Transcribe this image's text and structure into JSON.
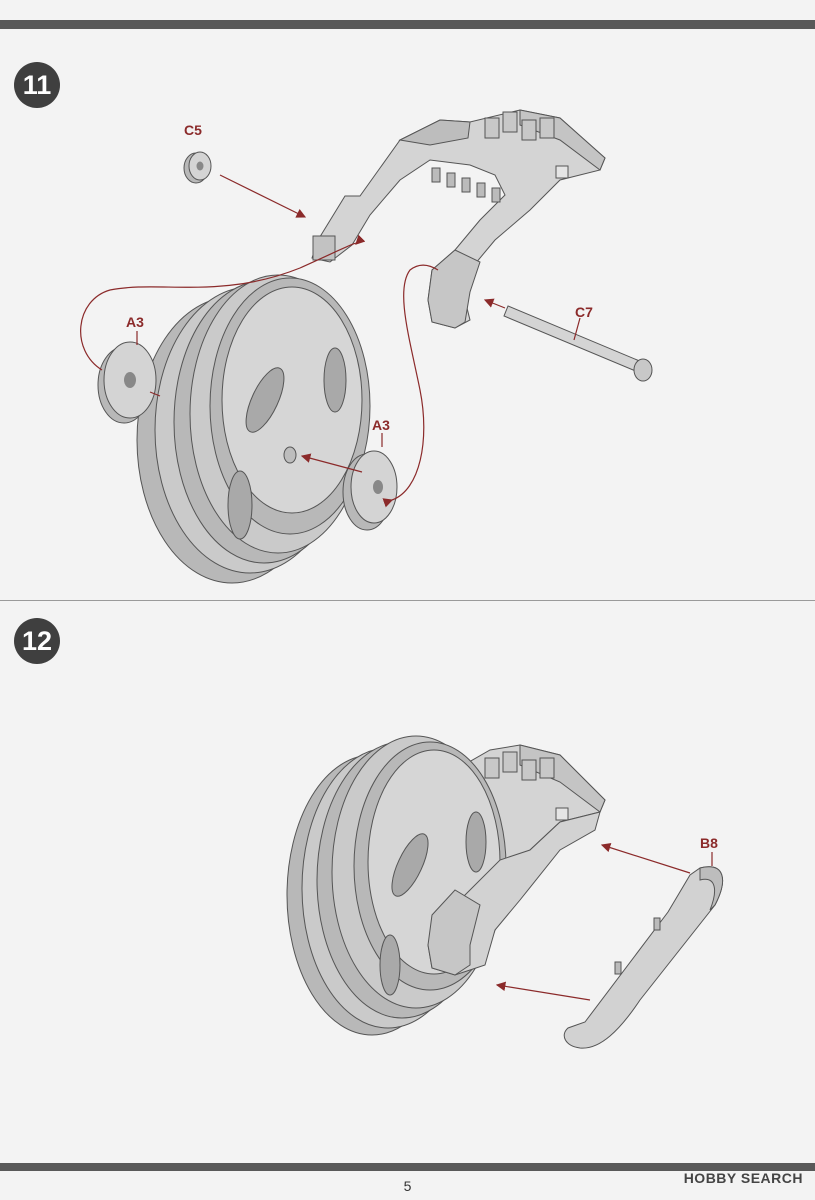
{
  "steps": [
    {
      "number": "11"
    },
    {
      "number": "12"
    }
  ],
  "parts": {
    "c5": "C5",
    "a3_left": "A3",
    "a3_right": "A3",
    "c7": "C7",
    "b8": "B8"
  },
  "page_number": "5",
  "watermark": "HOBBY SEARCH",
  "colors": {
    "arrow": "#8b2a2a",
    "part_fill": "#d4d4d4",
    "part_shade": "#b8b8b8",
    "part_stroke": "#555555",
    "bars": "#595959"
  }
}
